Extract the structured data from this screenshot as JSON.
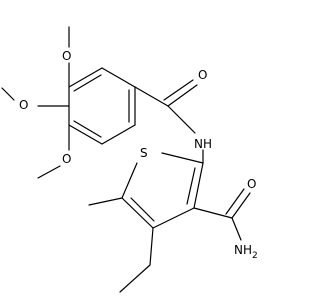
{
  "molecule": {
    "atoms": {
      "o_top": "O",
      "o_left": "O",
      "o_bottom": "O",
      "o_carbonyl_top": "O",
      "nh": "NH",
      "s": "S",
      "o_carbonyl_bottom": "O",
      "nh2": "NH",
      "nh2_subscript": "2"
    }
  },
  "colors": {
    "ink": "#000000",
    "background": "#ffffff"
  }
}
